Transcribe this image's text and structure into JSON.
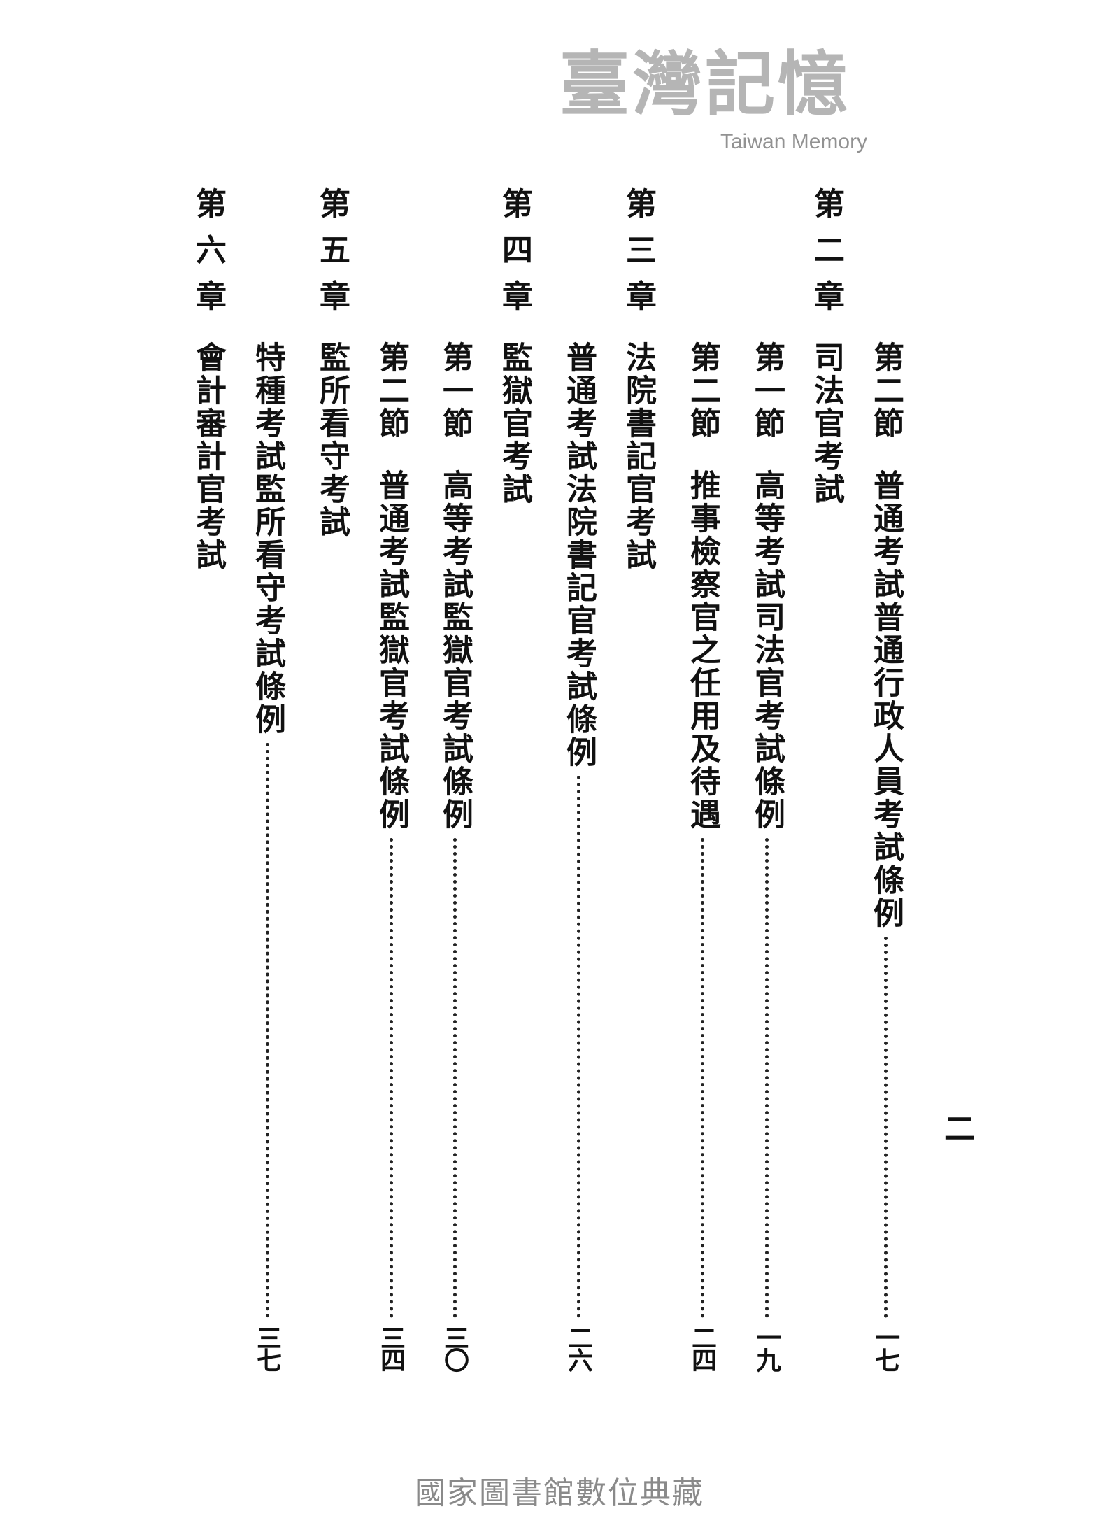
{
  "page_number": "二",
  "entries": [
    {
      "type": "section",
      "label": "第二節",
      "title": "普通考試普通行政人員考試條例",
      "page": "一七"
    },
    {
      "type": "chapter",
      "label": "第二章",
      "title": "司法官考試"
    },
    {
      "type": "section",
      "label": "第一節",
      "title": "高等考試司法官考試條例",
      "page": "一九"
    },
    {
      "type": "section",
      "label": "第二節",
      "title": "推事檢察官之任用及待遇",
      "page": "二四"
    },
    {
      "type": "chapter",
      "label": "第三章",
      "title": "法院書記官考試"
    },
    {
      "type": "item",
      "title": "普通考試法院書記官考試條例",
      "page": "二六"
    },
    {
      "type": "chapter",
      "label": "第四章",
      "title": "監獄官考試"
    },
    {
      "type": "section",
      "label": "第一節",
      "title": "高等考試監獄官考試條例",
      "page": "三〇"
    },
    {
      "type": "section",
      "label": "第二節",
      "title": "普通考試監獄官考試條例",
      "page": "三四"
    },
    {
      "type": "chapter",
      "label": "第五章",
      "title": "監所看守考試"
    },
    {
      "type": "item",
      "title": "特種考試監所看守考試條例",
      "page": "三七"
    },
    {
      "type": "chapter",
      "label": "第六章",
      "title": "會計審計官考試"
    }
  ],
  "watermark": {
    "text": "臺灣記憶",
    "subtitle": "Taiwan Memory"
  },
  "footer": "國家圖書館數位典藏"
}
